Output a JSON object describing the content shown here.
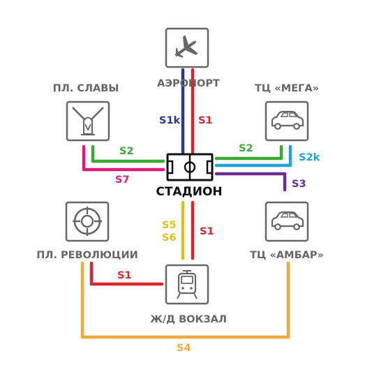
{
  "hub": {
    "label": "СТАДИОН",
    "icon": "stadium-icon"
  },
  "stops": {
    "airport": {
      "label": "АЭРОПОРТ",
      "icon": "airplane-icon"
    },
    "pl_slavy": {
      "label": "ПЛ. СЛАВЫ",
      "icon": "monument-icon"
    },
    "tc_mega": {
      "label": "ТЦ «МЕГА»",
      "icon": "car-icon"
    },
    "pl_revolyucii": {
      "label": "ПЛ. РЕВОЛЮЦИИ",
      "icon": "roundabout-icon"
    },
    "tc_ambar": {
      "label": "ТЦ «АМБАР»",
      "icon": "car-icon"
    },
    "zhd_vokzal": {
      "label": "Ж/Д ВОКЗАЛ",
      "icon": "tram-icon"
    }
  },
  "routes": [
    {
      "id": "S1k",
      "label": "S1k",
      "color": "#2b3a8f"
    },
    {
      "id": "S1",
      "label": "S1",
      "color": "#d9262b"
    },
    {
      "id": "S2",
      "label": "S2",
      "color": "#3aaa35"
    },
    {
      "id": "S2k",
      "label": "S2k",
      "color": "#1fa3dc"
    },
    {
      "id": "S3",
      "label": "S3",
      "color": "#6b2d8f"
    },
    {
      "id": "S4",
      "label": "S4",
      "color": "#f0a93a"
    },
    {
      "id": "S5",
      "label": "S5",
      "color": "#d8c31e"
    },
    {
      "id": "S6",
      "label": "S6",
      "color": "#d8c31e"
    },
    {
      "id": "S7",
      "label": "S7",
      "color": "#e0187f"
    }
  ],
  "colors": {
    "icon_stroke": "#666666",
    "hub_stroke": "#111111"
  }
}
